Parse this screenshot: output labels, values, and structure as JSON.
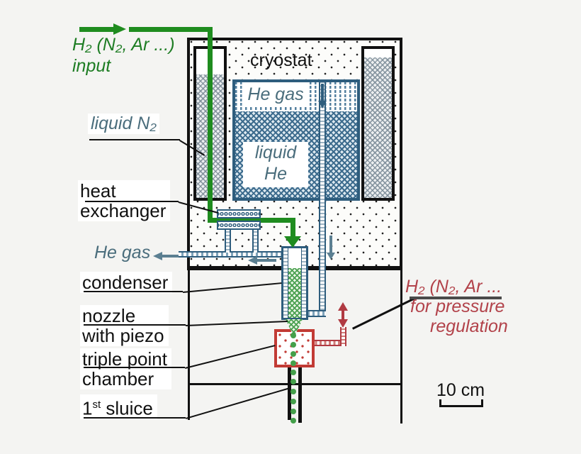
{
  "title": "cryostat droplet-source schematic",
  "labels": {
    "input_line1": "H₂ (N₂, Ar ...)",
    "input_line2": "input",
    "cryostat": "cryostat",
    "he_gas_vessel": "He gas",
    "liquid_he_line1": "liquid",
    "liquid_he_line2": "He",
    "liquid_n2": "liquid N₂",
    "heat_exchanger_line1": "heat",
    "heat_exchanger_line2": "exchanger",
    "he_gas_out": "He gas",
    "condenser": "condenser",
    "nozzle_line1": "nozzle",
    "nozzle_line2": "with piezo",
    "triple_point_line1": "triple point",
    "triple_point_line2": "chamber",
    "sluice_num": "1",
    "sluice_ord": "st",
    "sluice_rest": " sluice",
    "pressure_line1": "H₂ (N₂, Ar ...",
    "pressure_line2": "for pressure",
    "pressure_line3": "regulation",
    "scale": "10 cm"
  },
  "colors": {
    "pipe_green": "#1f8c1f",
    "droplet_green": "#44a04a",
    "he_blue": "#2e5d7d",
    "teal_arrow": "#5b7f91",
    "label_slate": "#4a6d7c",
    "chamber_red": "#c23b35",
    "red_text": "#b2424a",
    "line_black": "#111111",
    "background": "#f4f4f2"
  }
}
